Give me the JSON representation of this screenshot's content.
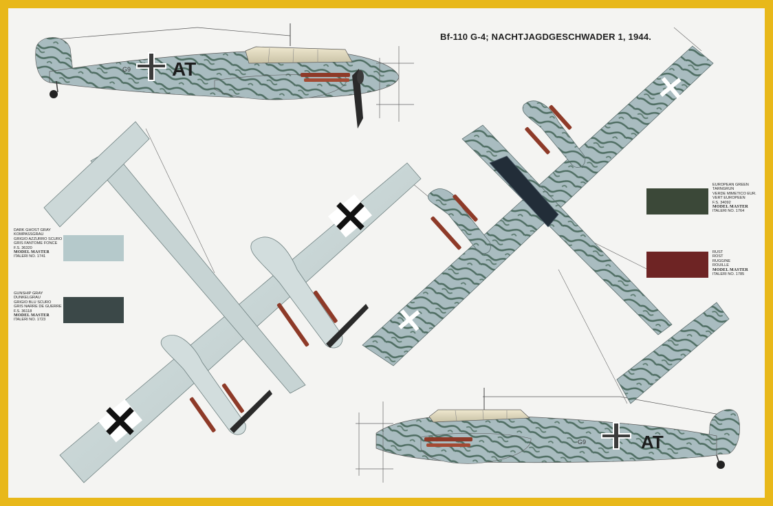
{
  "header": {
    "title": "Bf-110 G-4; NACHTJAGDGESCHWADER 1, 1944."
  },
  "colors": {
    "sheet_border": "#e8b81a",
    "paper": "#f4f4f2",
    "camo_light": "#a9bcc0",
    "camo_dark": "#4f6e63",
    "exhaust_red": "#8e3a28"
  },
  "markings": {
    "code_letters": "AT",
    "small_code": "G9"
  },
  "swatches": [
    {
      "color": "#b5c9cb",
      "lines": [
        "DARK GHOST GRAY",
        "KOMPASSGRAU",
        "GRIGIO AZZURRO SCURO",
        "GRIS FANTOME FONCE",
        "F.S. 36320"
      ],
      "brand": "MODEL MASTER",
      "ref": "ITALERI NO. 1741"
    },
    {
      "color": "#3b4848",
      "lines": [
        "GUNSHIP GRAY",
        "DUNKELGRAU",
        "GRIGIO BLU SCURO",
        "GRIS NARRE DE GUERRE",
        "F.S. 36118"
      ],
      "brand": "MODEL MASTER",
      "ref": "ITALERI NO. 1723"
    },
    {
      "color": "#3b4838",
      "lines": [
        "EUROPEAN GREEN",
        "TARNGRUN",
        "VERDE MIMETICO EUR.",
        "VERT EUROPEEN",
        "F.S. 34092"
      ],
      "brand": "MODEL MASTER",
      "ref": "ITALERI NO. 1764"
    },
    {
      "color": "#6e2424",
      "lines": [
        "RUST",
        "ROST",
        "RUGGINE",
        "ROUILLE"
      ],
      "brand": "MODEL MASTER",
      "ref": "ITALERI NO. 1785"
    }
  ]
}
